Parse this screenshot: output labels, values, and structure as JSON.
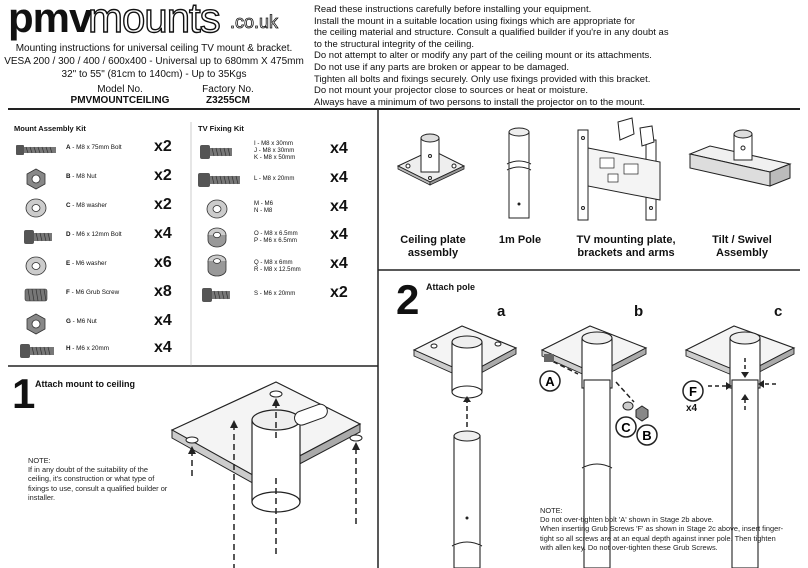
{
  "brand": {
    "name_bold": "pmv",
    "name_light": "mounts",
    "domain": ".co.uk"
  },
  "header": {
    "subtitle_lines": [
      "Mounting instructions for universal ceiling TV mount & bracket.",
      "VESA 200 / 300 / 400 / 600x400 -  Universal up to 680mm X 475mm",
      "32\" to 55\" (81cm to 140cm)  -  Up to 35Kgs"
    ],
    "model_label": "Model No.",
    "model_value": "PMVMOUNTCEILING",
    "factory_label": "Factory No.",
    "factory_value": "Z3255CM"
  },
  "instructions": [
    "Read these instructions carefully before installing your equipment.",
    "Install the mount in a suitable location using fixings which are appropriate for",
    "the ceiling material and structure. Consult a qualified builder if you're in any doubt as",
    "to the structural integrity of the ceiling.",
    "Do not attempt to alter or modify any part of the ceiling mount or its attachments.",
    "Do not use if any parts are broken or appear to be damaged.",
    "Tighten all bolts and fixings securely. Only use fixings provided with this bracket.",
    "Do not mount your projector close to sources or heat or moisture.",
    "Always have a minimum of two persons to install the projector on to the mount."
  ],
  "mount_kit": {
    "title": "Mount Assembly Kit",
    "items": [
      {
        "code": "A",
        "desc": " - M8 x 75mm Bolt",
        "qty": "x2",
        "icon": "bolt-long-icon"
      },
      {
        "code": "B",
        "desc": " - M8 Nut",
        "qty": "x2",
        "icon": "nut-icon"
      },
      {
        "code": "C",
        "desc": " - M8 washer",
        "qty": "x2",
        "icon": "washer-icon"
      },
      {
        "code": "D",
        "desc": " - M6 x 12mm Bolt",
        "qty": "x4",
        "icon": "bolt-short-icon"
      },
      {
        "code": "E",
        "desc": " - M6 washer",
        "qty": "x6",
        "icon": "washer-icon"
      },
      {
        "code": "F",
        "desc": " - M6 Grub Screw",
        "qty": "x8",
        "icon": "grub-screw-icon"
      },
      {
        "code": "G",
        "desc": " - M6 Nut",
        "qty": "x4",
        "icon": "nut-icon"
      },
      {
        "code": "H",
        "desc": " - M6 x 20mm",
        "qty": "x4",
        "icon": "bolt-short-icon"
      }
    ]
  },
  "tv_kit": {
    "title": "TV Fixing Kit",
    "items": [
      {
        "lines": [
          "I - M8 x 30mm",
          "J - M8 x 30mm",
          "K - M8 x 50mm"
        ],
        "qty": "x4",
        "icon": "bolt-icon"
      },
      {
        "lines": [
          "L - M8 x 20mm"
        ],
        "qty": "x4",
        "icon": "bolt-icon"
      },
      {
        "lines": [
          "M - M6",
          "N - M8"
        ],
        "qty": "x4",
        "icon": "washer-icon"
      },
      {
        "lines": [
          "O - M8 x 6.5mm",
          "P - M6 x 6.5mm"
        ],
        "qty": "x4",
        "icon": "spacer-icon"
      },
      {
        "lines": [
          "Q - M8 x 6mm",
          "R - M8 x 12.5mm"
        ],
        "qty": "x4",
        "icon": "spacer-icon"
      },
      {
        "lines": [
          "S - M6 x 20mm"
        ],
        "qty": "x2",
        "icon": "bolt-icon"
      }
    ]
  },
  "parts": [
    {
      "label_lines": [
        "Ceiling plate",
        "assembly"
      ]
    },
    {
      "label_lines": [
        "1m Pole"
      ]
    },
    {
      "label_lines": [
        "TV mounting plate,",
        "brackets and arms"
      ]
    },
    {
      "label_lines": [
        "Tilt / Swivel",
        "Assembly"
      ]
    }
  ],
  "step1": {
    "number": "1",
    "title": "Attach mount to ceiling",
    "note_lines": [
      "NOTE:",
      "If in any doubt of the suitability of the",
      "ceiling, it's construction or what type of",
      "fixings to use, consult a qualified builder or",
      "installer."
    ]
  },
  "step2": {
    "number": "2",
    "title": "Attach pole",
    "sub_a": "a",
    "sub_b": "b",
    "sub_c": "c",
    "callout_a": "A",
    "callout_b": "B",
    "callout_c": "C",
    "callout_f": "F",
    "callout_f_qty": "x4",
    "note_lines": [
      "NOTE:",
      "Do not over-tighten bolt 'A' shown in Stage 2b above.",
      "When inserting Grub Screws 'F' as shown in Stage 2c above, insert finger-",
      "tight so all screws are at an equal depth against inner pole. Then tighten",
      "with allen key. Do not over-tighten these Grub Screws."
    ]
  }
}
